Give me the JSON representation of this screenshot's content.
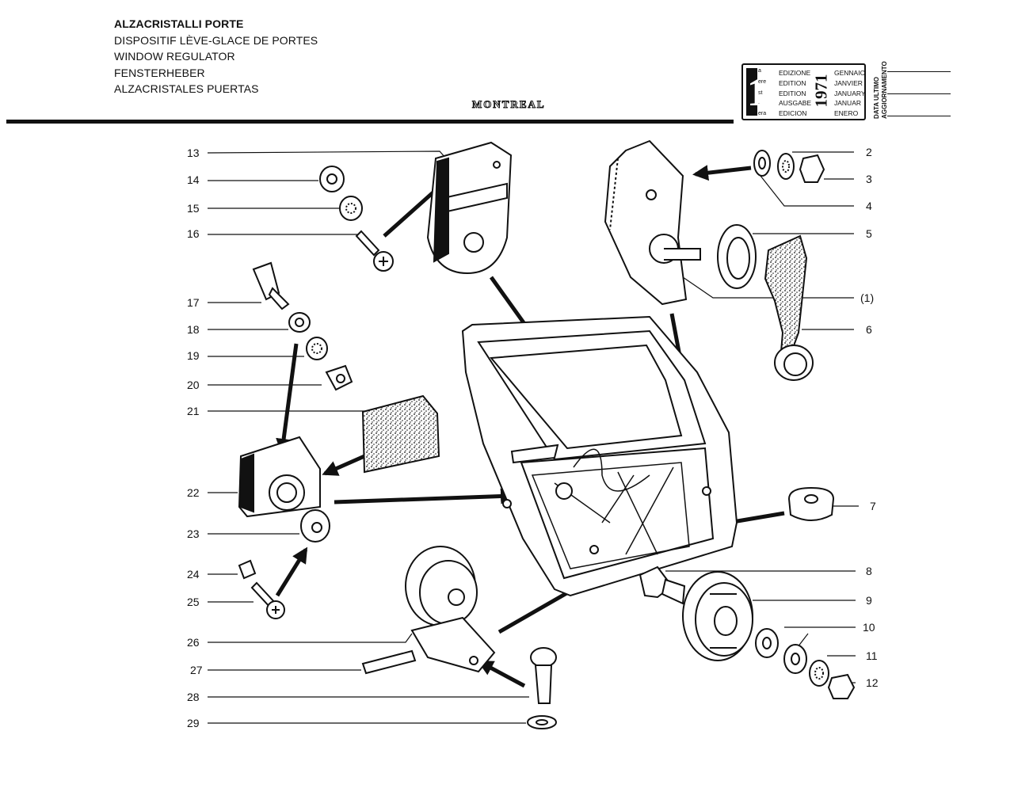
{
  "header": {
    "titles": [
      "ALZACRISTALLI PORTE",
      "DISPOSITIF LÈVE-GLACE DE PORTES",
      "WINDOW REGULATOR",
      "FENSTERHEBER",
      "ALZACRISTALES PUERTAS"
    ],
    "model": "MONTREAL"
  },
  "edition": {
    "number": "1",
    "ordinals": [
      "a",
      "ere",
      "st",
      ".",
      "era"
    ],
    "words": [
      "EDIZIONE",
      "EDITION",
      "EDITION",
      "AUSGABE",
      "EDICION"
    ],
    "year": "1971",
    "months": [
      "GENNAIO",
      "JANVIER",
      "JANUARY",
      "JANUAR",
      "ENERO"
    ],
    "update_label_1": "DATA ULTIMO",
    "update_label_2": "AGGIORNAMENTO"
  },
  "callouts_left": [
    "13",
    "14",
    "15",
    "16",
    "17",
    "18",
    "19",
    "20",
    "21",
    "22",
    "23",
    "24",
    "25",
    "26",
    "27",
    "28",
    "29"
  ],
  "callouts_right": [
    "2",
    "3",
    "4",
    "5",
    "(1)",
    "6",
    "7",
    "8",
    "9",
    "10",
    "11",
    "12"
  ]
}
